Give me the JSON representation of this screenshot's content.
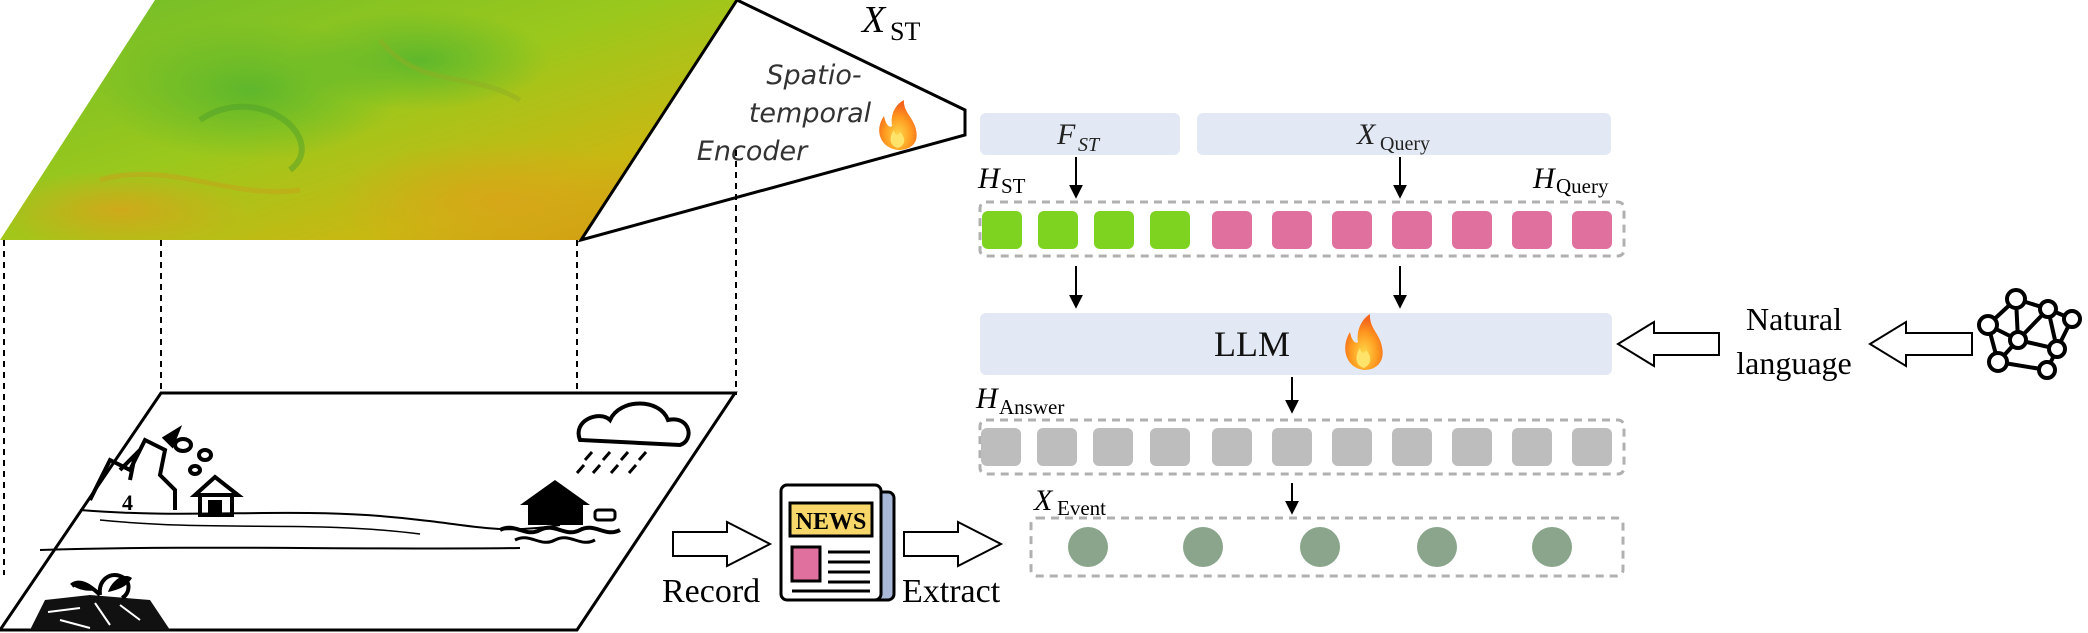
{
  "labels": {
    "x_st_main": "X",
    "x_st_sub": "ST",
    "encoder_line1": "Spatio-",
    "encoder_line2": "temporal",
    "encoder_line3": "Encoder",
    "f_st_main": "F",
    "f_st_sub": "ST",
    "x_query_main": "X",
    "x_query_sub": "Query",
    "h_st_main": "H",
    "h_st_sub": "ST",
    "h_query_main": "H",
    "h_query_sub": "Query",
    "llm": "LLM",
    "natural_line1": "Natural",
    "natural_line2": "language",
    "h_answer_main": "H",
    "h_answer_sub": "Answer",
    "x_event_main": "X",
    "x_event_sub": "Event",
    "record": "Record",
    "extract": "Extract",
    "news": "NEWS"
  },
  "icons": {
    "encoder_trainable": "flame-icon",
    "llm_trainable": "flame-icon",
    "knowledge_graph": "graph-network-icon",
    "news_source": "newspaper-icon",
    "weather": "storm-cloud-icon",
    "landslide": "landslide-house-icon",
    "flood": "flooded-house-icon",
    "drought": "drought-plant-icon"
  },
  "token_rows": {
    "st_tokens": 4,
    "query_tokens": 7,
    "answer_tokens": 11,
    "event_nodes": 5
  },
  "colors": {
    "st_token": "#7ed321",
    "query_token": "#e0719f",
    "answer_token": "#bdbdbd",
    "event_node": "#8aa58c",
    "panel": "#e3e9f4",
    "dashed_border": "#b0b0b0"
  }
}
